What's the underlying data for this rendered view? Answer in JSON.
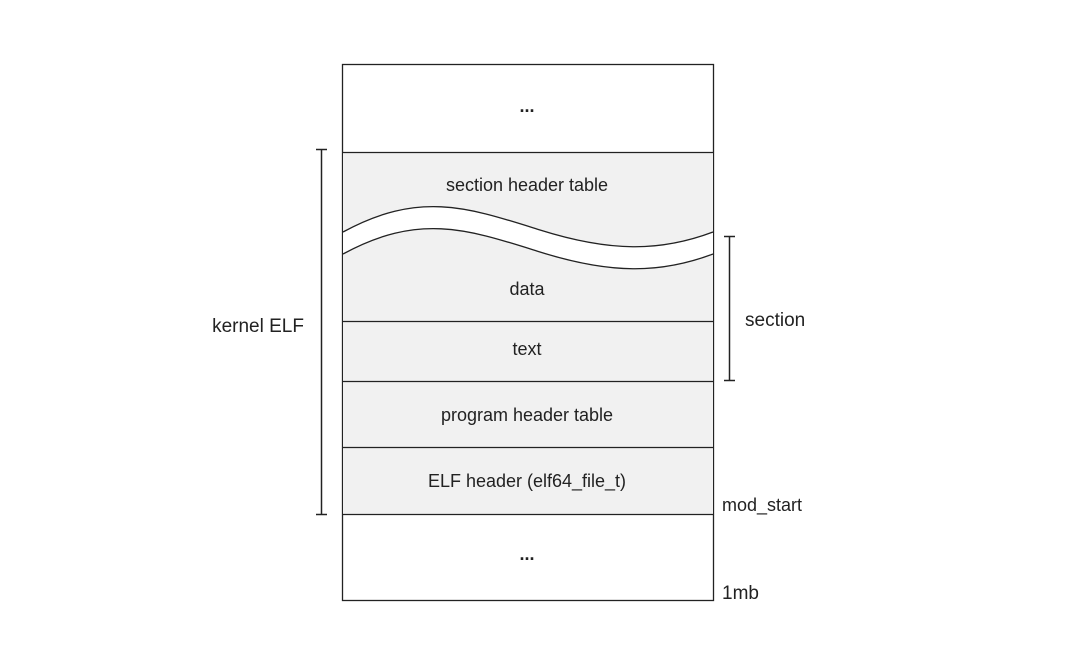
{
  "colors": {
    "background": "#ffffff",
    "section_fill": "#f1f1f1",
    "line": "#222222"
  },
  "memory": {
    "top_ellipsis": "...",
    "section_header_table": "section header table",
    "data": "data",
    "text": "text",
    "program_header_table": "program header table",
    "elf_header": "ELF header (elf64_file_t)",
    "bottom_ellipsis": "..."
  },
  "labels": {
    "kernel_elf": "kernel ELF",
    "section": "section",
    "mod_start": "mod_start",
    "one_mb": "1mb"
  }
}
